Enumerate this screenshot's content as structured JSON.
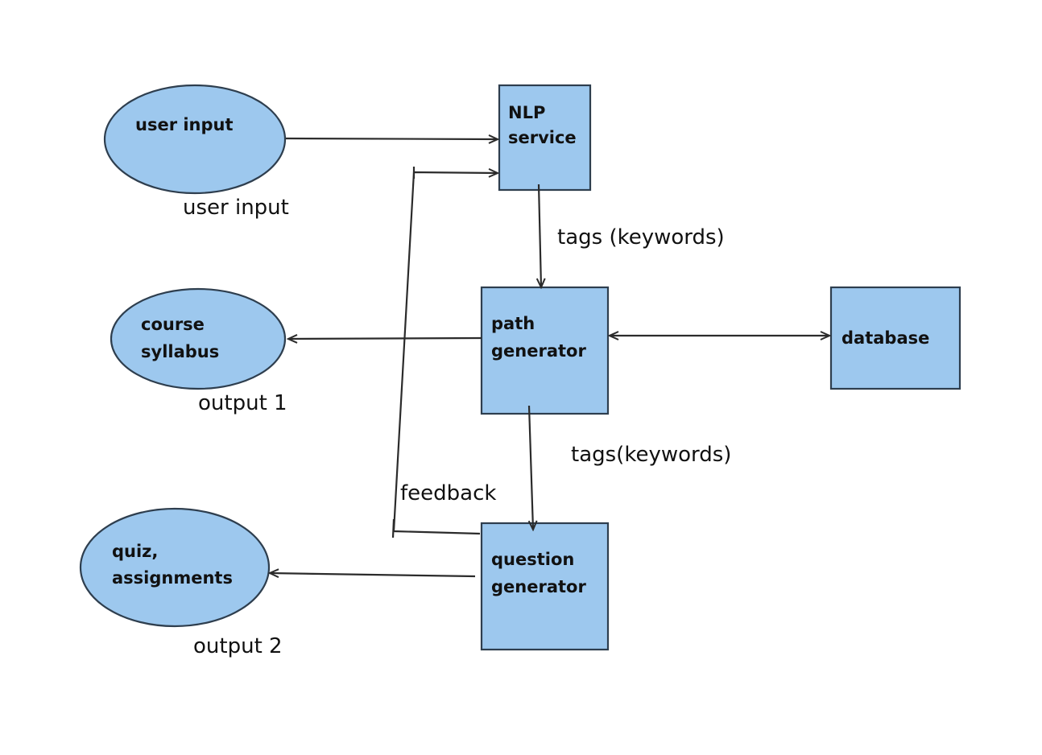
{
  "colors": {
    "node_fill": "#9dc8ee",
    "node_stroke": "#2e3e4e",
    "edge": "#2b2b2b",
    "background": "#ffffff"
  },
  "nodes": {
    "user_input": {
      "shape": "ellipse",
      "lines": [
        "user input"
      ]
    },
    "course_syllabus": {
      "shape": "ellipse",
      "lines": [
        "course",
        "syllabus"
      ]
    },
    "quiz_assignments": {
      "shape": "ellipse",
      "lines": [
        "quiz,",
        "assignments"
      ]
    },
    "nlp_service": {
      "shape": "rectangle",
      "lines": [
        "NLP",
        "service"
      ]
    },
    "path_generator": {
      "shape": "rectangle",
      "lines": [
        "path",
        "generator"
      ]
    },
    "question_generator": {
      "shape": "rectangle",
      "lines": [
        "question",
        "generator"
      ]
    },
    "database": {
      "shape": "rectangle",
      "lines": [
        "database"
      ]
    }
  },
  "captions": {
    "user_input": "user input",
    "output_1": "output 1",
    "output_2": "output 2",
    "tags_1": "tags (keywords)",
    "tags_2": "tags(keywords)",
    "feedback": "feedback"
  },
  "edges": [
    {
      "from": "user_input",
      "to": "nlp_service",
      "direction": "forward"
    },
    {
      "from": "nlp_service",
      "to": "path_generator",
      "direction": "forward",
      "label": "tags (keywords)"
    },
    {
      "from": "path_generator",
      "to": "course_syllabus",
      "direction": "forward"
    },
    {
      "from": "path_generator",
      "to": "database",
      "direction": "both"
    },
    {
      "from": "path_generator",
      "to": "question_generator",
      "direction": "forward",
      "label": "tags(keywords)"
    },
    {
      "from": "question_generator",
      "to": "quiz_assignments",
      "direction": "forward"
    },
    {
      "from": "question_generator",
      "to": "nlp_service",
      "direction": "forward",
      "label": "feedback"
    }
  ]
}
